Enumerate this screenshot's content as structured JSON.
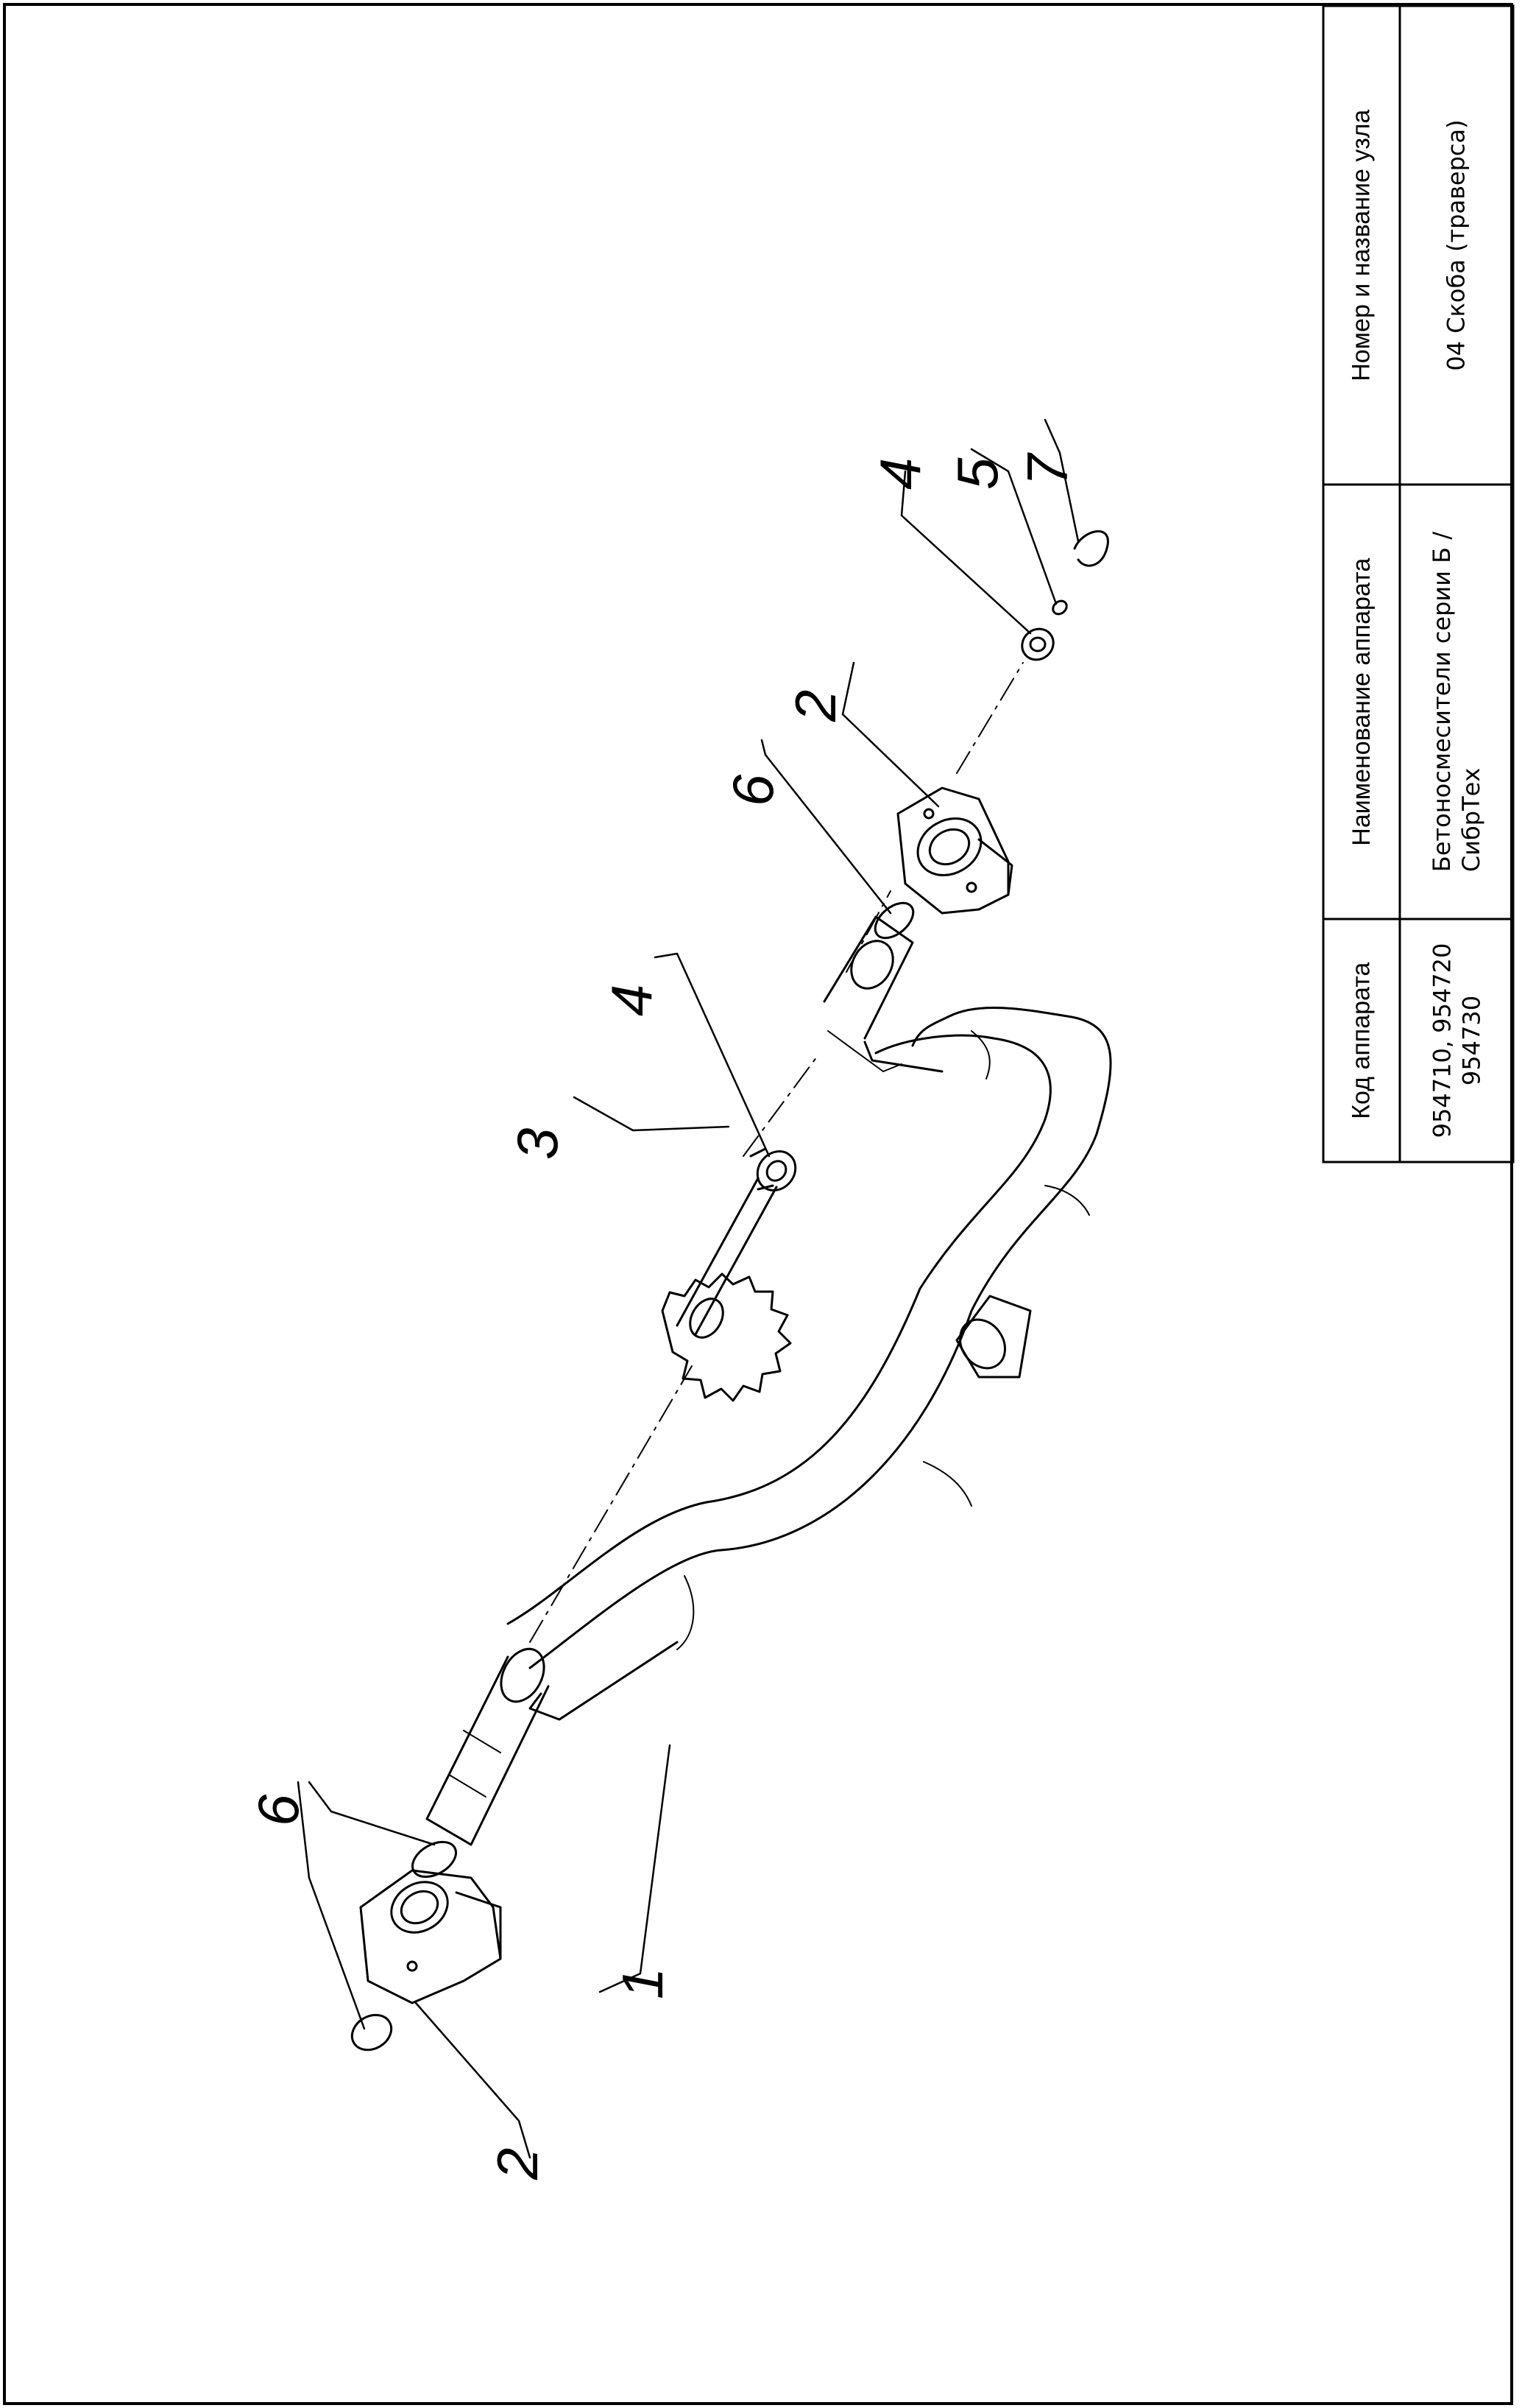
{
  "title_block": {
    "headers": {
      "code": "Код аппарата",
      "name": "Наименование аппарата",
      "node": "Номер и название узла"
    },
    "values": {
      "code_line1": "954710, 954720",
      "code_line2": "954730",
      "name_line1": "Бетоносмесители серии Б /",
      "name_line2": "СибрТех",
      "node": "04 Скоба (траверса)"
    }
  },
  "callouts": [
    "1",
    "2",
    "2",
    "3",
    "4",
    "4",
    "5",
    "6",
    "6",
    "7"
  ],
  "colors": {
    "line": "#000000",
    "paper": "#ffffff"
  }
}
